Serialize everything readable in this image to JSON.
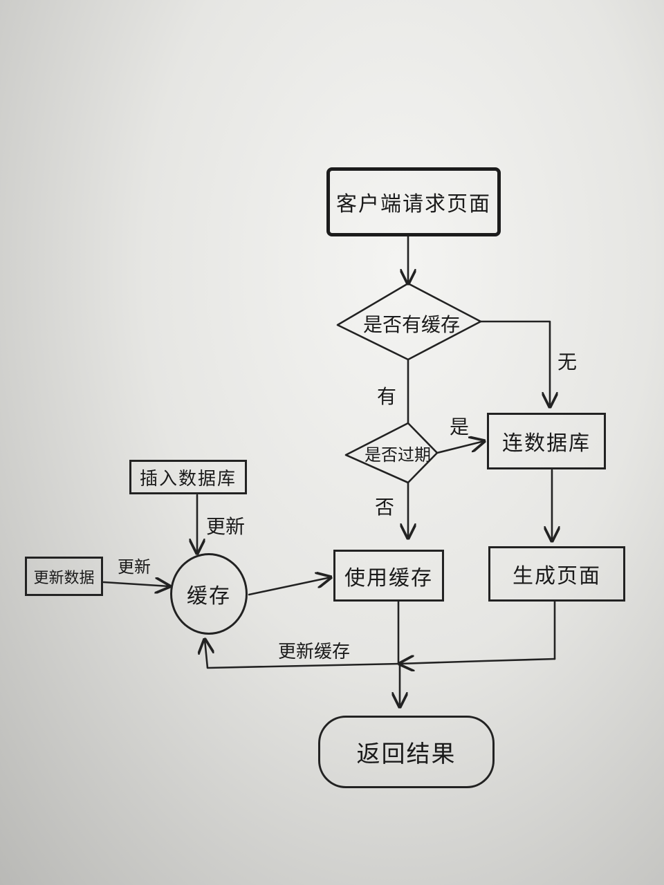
{
  "nodes": {
    "client_request": "客户端请求页面",
    "has_cache": "是否有缓存",
    "expired": "是否过期",
    "connect_db": "连数据库",
    "generate_page": "生成页面",
    "use_cache": "使用缓存",
    "cache": "缓存",
    "insert_db": "插入数据库",
    "update_data": "更新数据",
    "return_result": "返回结果"
  },
  "edge_labels": {
    "no_cache": "无",
    "has": "有",
    "yes_expired": "是",
    "not_expired": "否",
    "update_from_insert": "更新",
    "update_from_data": "更新",
    "update_cache": "更新缓存"
  }
}
